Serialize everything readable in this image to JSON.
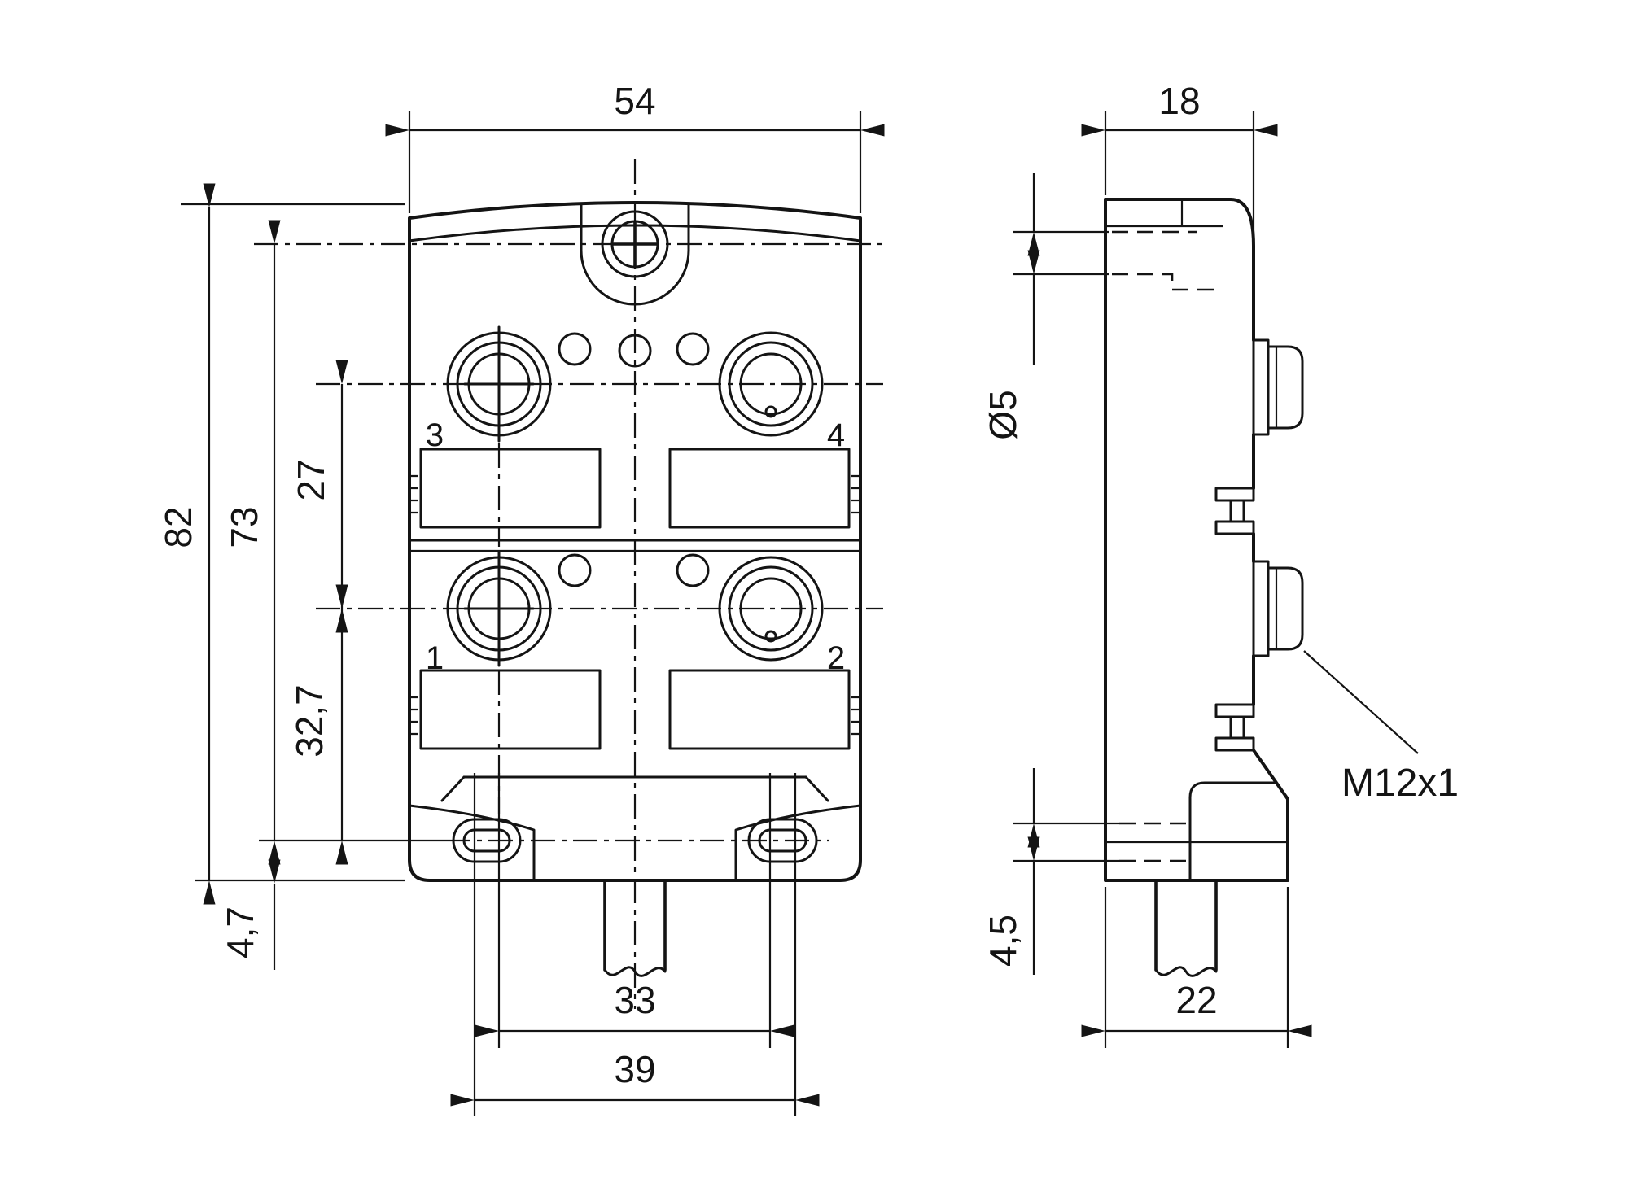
{
  "drawing": {
    "background_color": "#ffffff",
    "line_color": "#141414"
  },
  "front_view": {
    "dim_width": "54",
    "dim_height_overall": "82",
    "dim_height_to_slot_center": "73",
    "dim_port_spacing": "27",
    "dim_port_to_slot_center": "32,7",
    "dim_slot_center_to_bottom": "4,7",
    "dim_slot_spacing_inner": "33",
    "dim_slot_spacing_outer": "39",
    "port_labels": {
      "p1": "1",
      "p2": "2",
      "p3": "3",
      "p4": "4"
    }
  },
  "side_view": {
    "dim_depth_top": "18",
    "dim_mounting_hole_diameter": "Ø5",
    "dim_step_height": "4,5",
    "dim_depth_bottom": "22",
    "thread_label": "M12x1"
  }
}
